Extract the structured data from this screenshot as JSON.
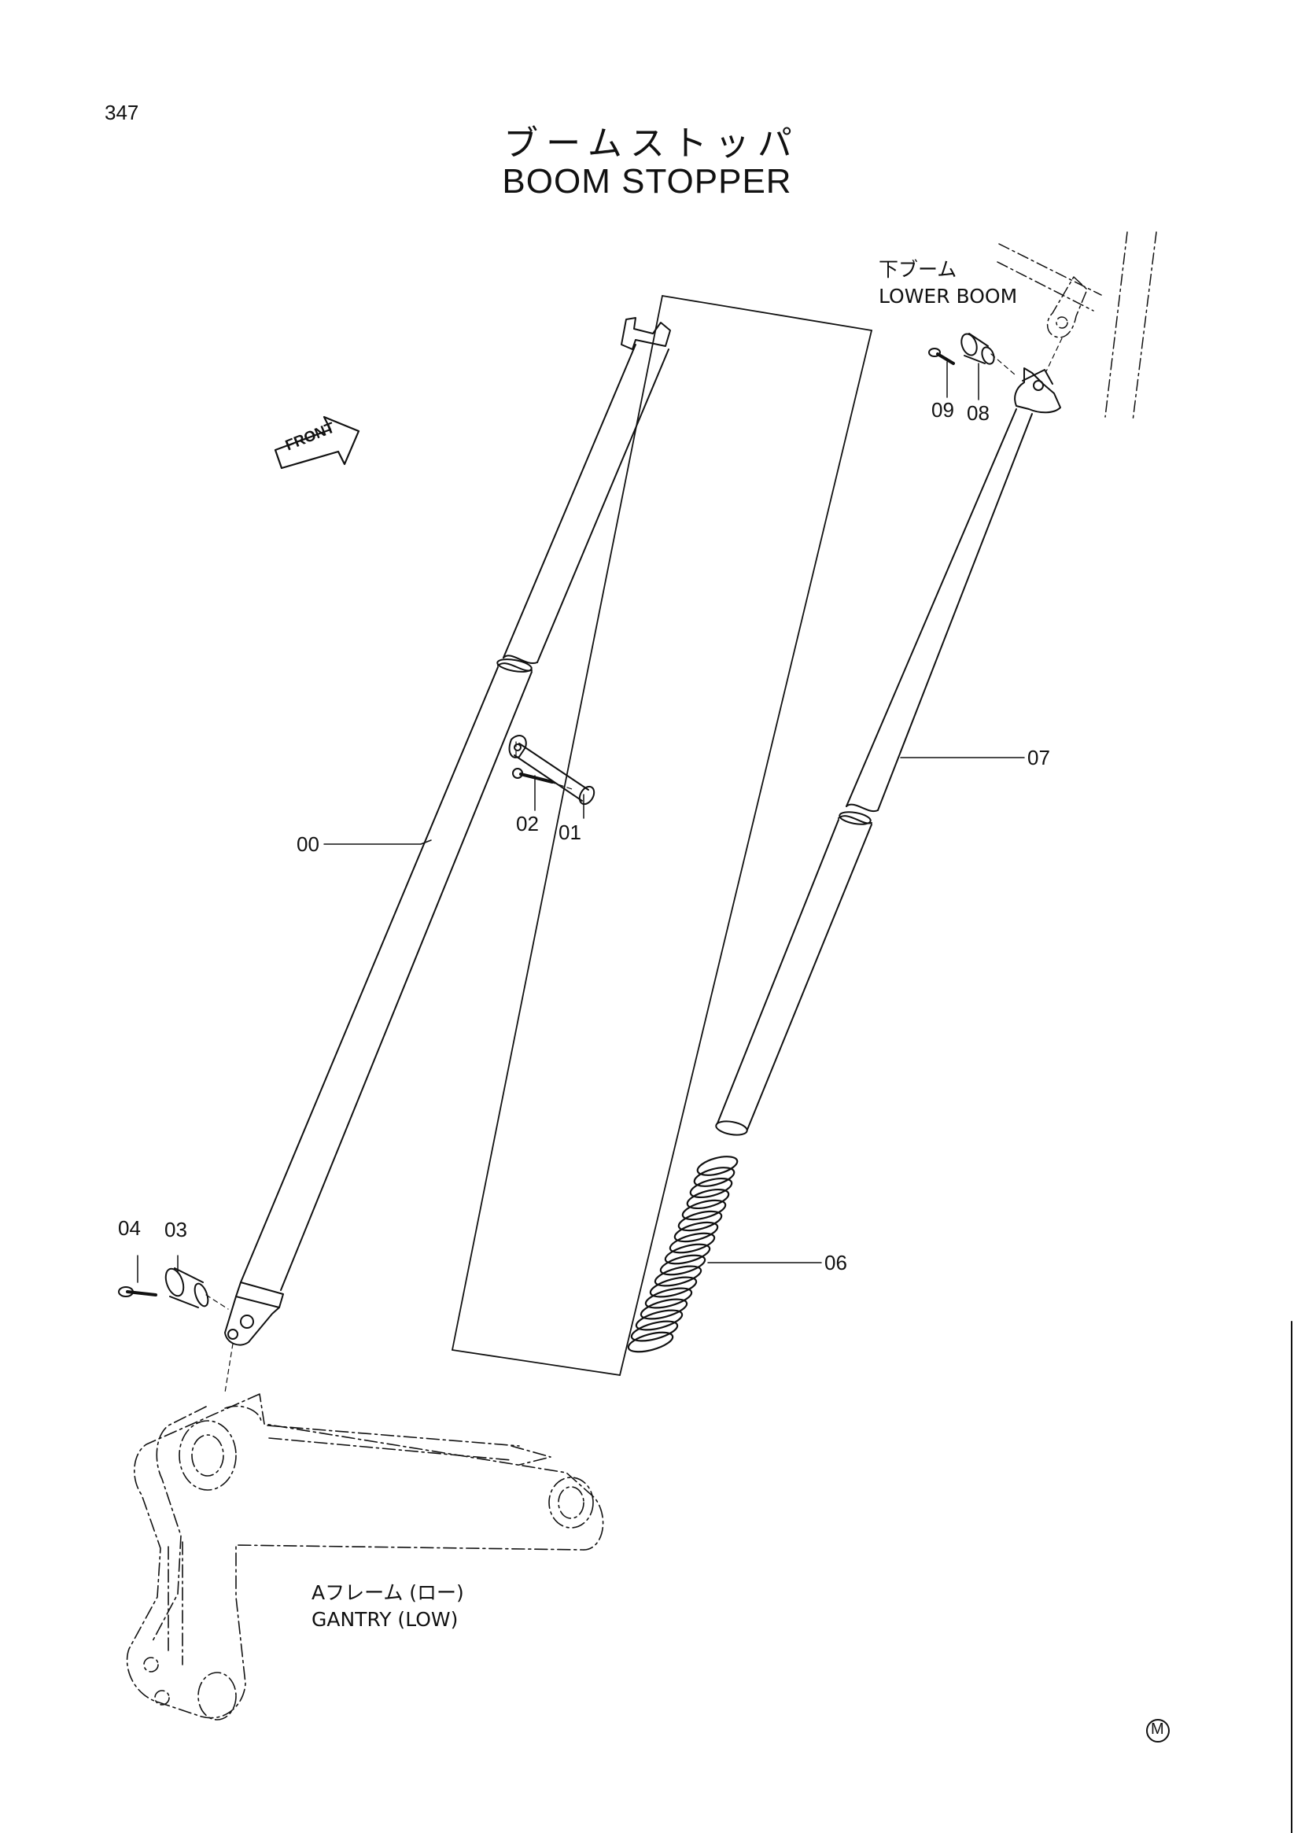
{
  "page_number": "347",
  "title": {
    "jp": "ブームストッパ",
    "en": "BOOM STOPPER"
  },
  "front_marker": "FRONT",
  "assemblies": {
    "lower_boom": {
      "jp": "下ブーム",
      "en": "LOWER BOOM"
    },
    "gantry": {
      "jp": "Aフレーム (ロー)",
      "en": "GANTRY (LOW)"
    }
  },
  "callouts": [
    "00",
    "01",
    "02",
    "03",
    "04",
    "06",
    "07",
    "08",
    "09"
  ],
  "mark": "M"
}
